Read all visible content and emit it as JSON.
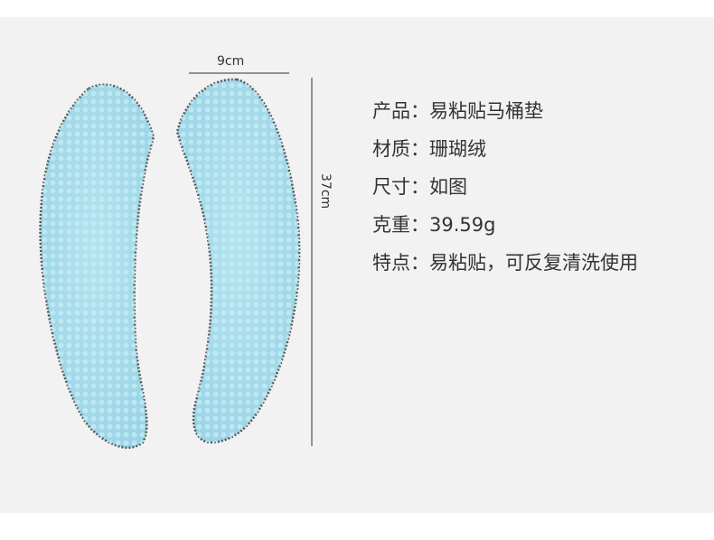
{
  "dimensions": {
    "width_label": "9cm",
    "height_label": "37cm"
  },
  "specs": [
    {
      "key": "产品",
      "value": "易粘贴马桶垫"
    },
    {
      "key": "材质",
      "value": "珊瑚绒"
    },
    {
      "key": "尺寸",
      "value": "如图"
    },
    {
      "key": "克重",
      "value": "39.59g"
    },
    {
      "key": "特点",
      "value": "易粘贴，可反复清洗使用"
    }
  ],
  "separator": "：",
  "colors": {
    "background": "#f2f2f2",
    "pad_fill": "#a8dcea",
    "pad_edge": "#555555",
    "text": "#333333"
  }
}
